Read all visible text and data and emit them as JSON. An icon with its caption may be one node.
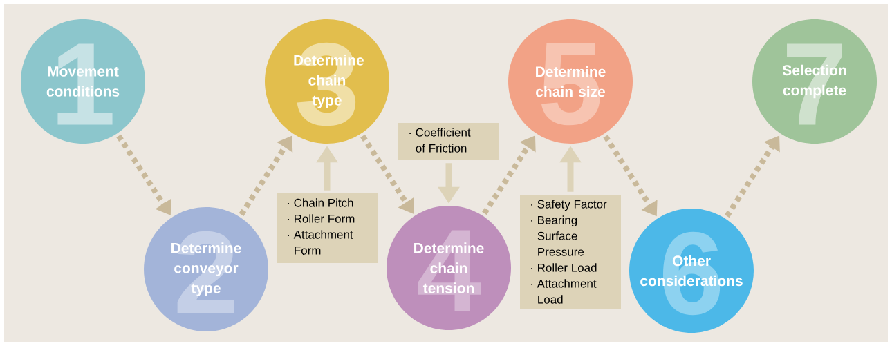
{
  "diagram": {
    "nodes": [
      {
        "text": [
          "1",
          "Movement conditions"
        ]
      },
      {
        "text": [
          "2",
          "Determine conveyor type"
        ]
      },
      {
        "text": [
          "3",
          "Determine chain type"
        ]
      },
      {
        "text": [
          "4",
          "Determine chain tension"
        ]
      },
      {
        "text": [
          "5",
          "Determine chain size"
        ]
      },
      {
        "text": [
          "6",
          "Other considerations"
        ]
      },
      {
        "text": [
          "7",
          "Selection complete"
        ]
      },
      {
        "text": [
          "· Chain Pitch",
          "· Roller Form",
          "· Attachment Form"
        ]
      },
      {
        "text": [
          "· Coefficient of Friction"
        ]
      },
      {
        "text": [
          "· Safety Factor",
          "· Bearing Surface Pressure",
          "· Roller Load",
          "· Attachment Load"
        ]
      }
    ],
    "edges": [
      {
        "from": 0,
        "to": 1,
        "arrow": "to",
        "style": "dashed"
      },
      {
        "from": 1,
        "to": 2,
        "arrow": "to",
        "style": "dashed"
      },
      {
        "from": 2,
        "to": 3,
        "arrow": "to",
        "style": "dashed"
      },
      {
        "from": 3,
        "to": 4,
        "arrow": "to",
        "style": "dashed"
      },
      {
        "from": 4,
        "to": 5,
        "arrow": "to",
        "style": "dashed"
      },
      {
        "from": 5,
        "to": 6,
        "arrow": "to",
        "style": "dashed"
      },
      {
        "from": 7,
        "to": 2,
        "arrow": "to",
        "color": "#ddd3b8"
      },
      {
        "from": 8,
        "to": 3,
        "arrow": "to",
        "color": "#ddd3b8"
      },
      {
        "from": 9,
        "to": 4,
        "arrow": "to",
        "color": "#ddd3b8"
      }
    ]
  }
}
